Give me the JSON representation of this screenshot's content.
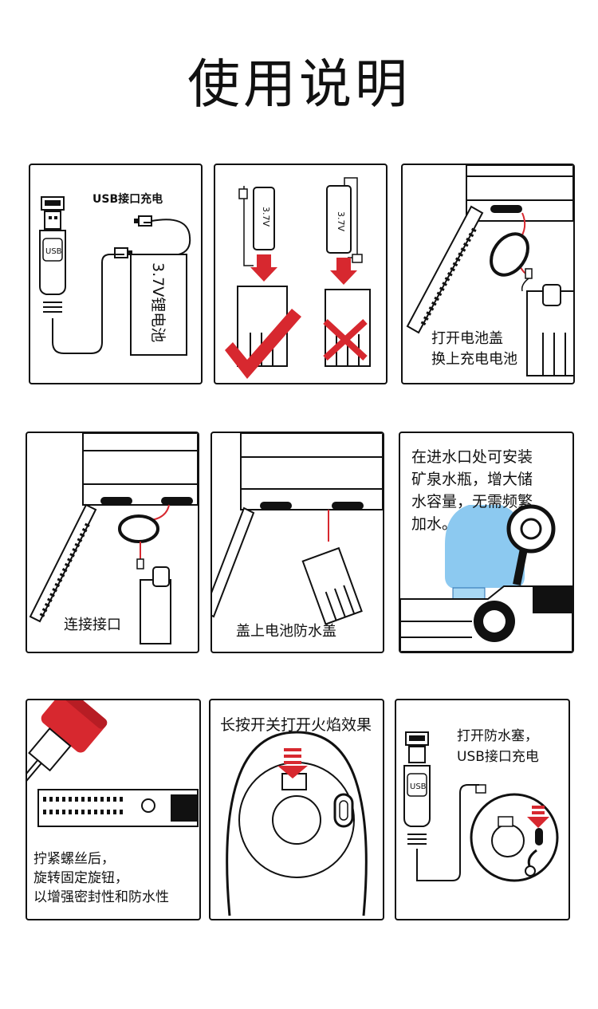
{
  "title": "使用说明",
  "colors": {
    "accent_red": "#d7282f",
    "water_blue": "#7fc3ee",
    "ink": "#111111"
  },
  "panels": [
    {
      "id": 1,
      "lines": [
        "USB接口充电"
      ],
      "battery_label": "3.7V锂电池",
      "usb_label": "USB"
    },
    {
      "id": 2,
      "cell_label_left": "3.7V",
      "cell_label_right": "3.7V"
    },
    {
      "id": 3,
      "lines": [
        "打开电池盖",
        "换上充电电池"
      ]
    },
    {
      "id": 4,
      "lines": [
        "连接接口"
      ]
    },
    {
      "id": 5,
      "lines": [
        "盖上电池防水盖"
      ]
    },
    {
      "id": 6,
      "lines": [
        "在进水口处可安装",
        "矿泉水瓶，增大储",
        "水容量，无需频繁",
        "加水。"
      ]
    },
    {
      "id": 7,
      "lines": [
        "拧紧螺丝后，",
        "旋转固定旋钮，",
        "以增强密封性和防水性"
      ]
    },
    {
      "id": 8,
      "lines": [
        "长按开关打开火焰效果"
      ]
    },
    {
      "id": 9,
      "lines": [
        "打开防水塞，",
        "USB接口充电"
      ],
      "usb_label": "USB"
    }
  ]
}
